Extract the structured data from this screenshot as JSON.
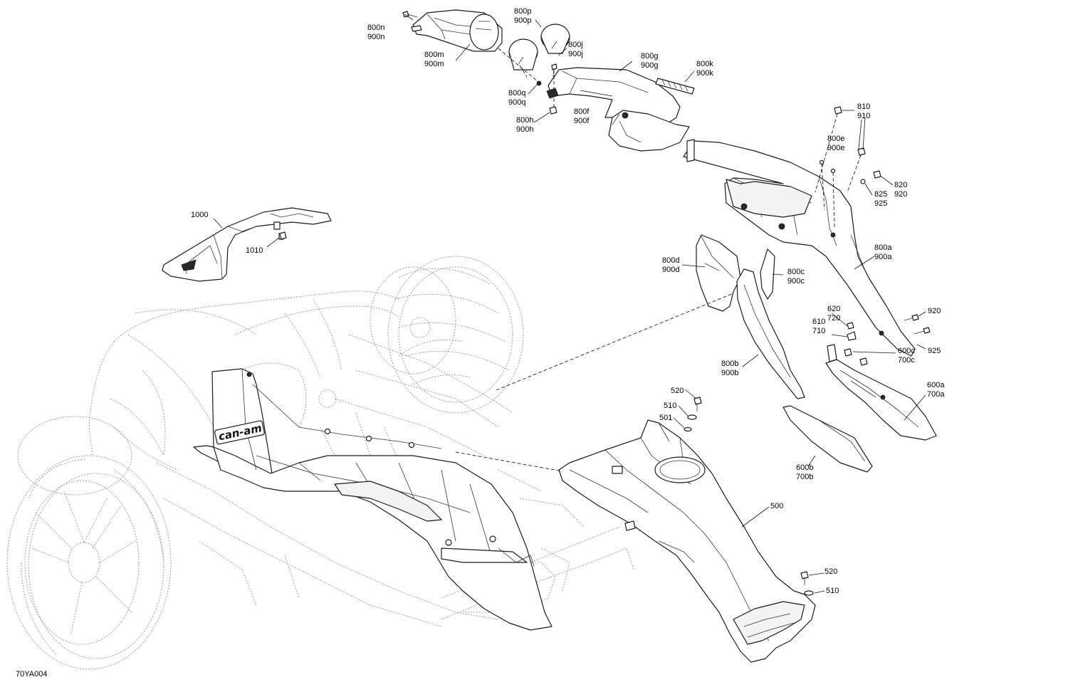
{
  "figure_code": "70YA004",
  "logo_text": "can-am",
  "labels": {
    "l1000": "1000",
    "l1010": "1010",
    "l800n": "800n",
    "l900n": "900n",
    "l800m": "800m",
    "l900m": "900m",
    "l800p": "800p",
    "l900p": "900p",
    "l800j": "800j",
    "l900j": "900j",
    "l800q": "800q",
    "l900q": "900q",
    "l800h": "800h",
    "l900h": "900h",
    "l800g": "800g",
    "l900g": "900g",
    "l800k": "800k",
    "l900k": "900k",
    "l800f": "800f",
    "l900f": "900f",
    "l810": "810",
    "l910": "910",
    "l800e": "800e",
    "l900e": "900e",
    "l820": "820",
    "l920a": "920",
    "l825": "825",
    "l925a": "925",
    "l800a": "800a",
    "l900a": "900a",
    "l800d": "800d",
    "l900d": "900d",
    "l800c": "800c",
    "l900c": "900c",
    "l620": "620",
    "l720": "720",
    "l610": "610",
    "l710": "710",
    "l920b": "920",
    "l925b": "925",
    "l600c": "600c",
    "l700c": "700c",
    "l800b": "800b",
    "l900b": "900b",
    "l600a": "600a",
    "l700a": "700a",
    "l600b": "600b",
    "l700b": "700b",
    "l520a": "520",
    "l510a": "510",
    "l501": "501",
    "l500": "500",
    "l520b": "520",
    "l510b": "510"
  }
}
